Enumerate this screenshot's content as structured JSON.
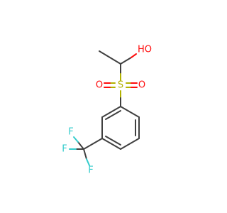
{
  "molecule": {
    "atoms": {
      "hydroxyl": {
        "text": "HO",
        "color": "#ff0d0d"
      },
      "sulfur": {
        "text": "S",
        "color": "#b2b200"
      },
      "oxygen_left": {
        "text": "O",
        "color": "#ff0d0d"
      },
      "oxygen_right": {
        "text": "O",
        "color": "#ff0d0d"
      },
      "fluorine_left": {
        "text": "F",
        "color": "#33cccc"
      },
      "fluorine_bottom": {
        "text": "F",
        "color": "#33cccc"
      },
      "fluorine_top": {
        "text": "F",
        "color": "#33cccc"
      }
    },
    "colors": {
      "carbon_bond": "#404040",
      "oxygen": "#ff0d0d",
      "sulfur": "#b2b200",
      "fluorine": "#33cccc"
    }
  }
}
